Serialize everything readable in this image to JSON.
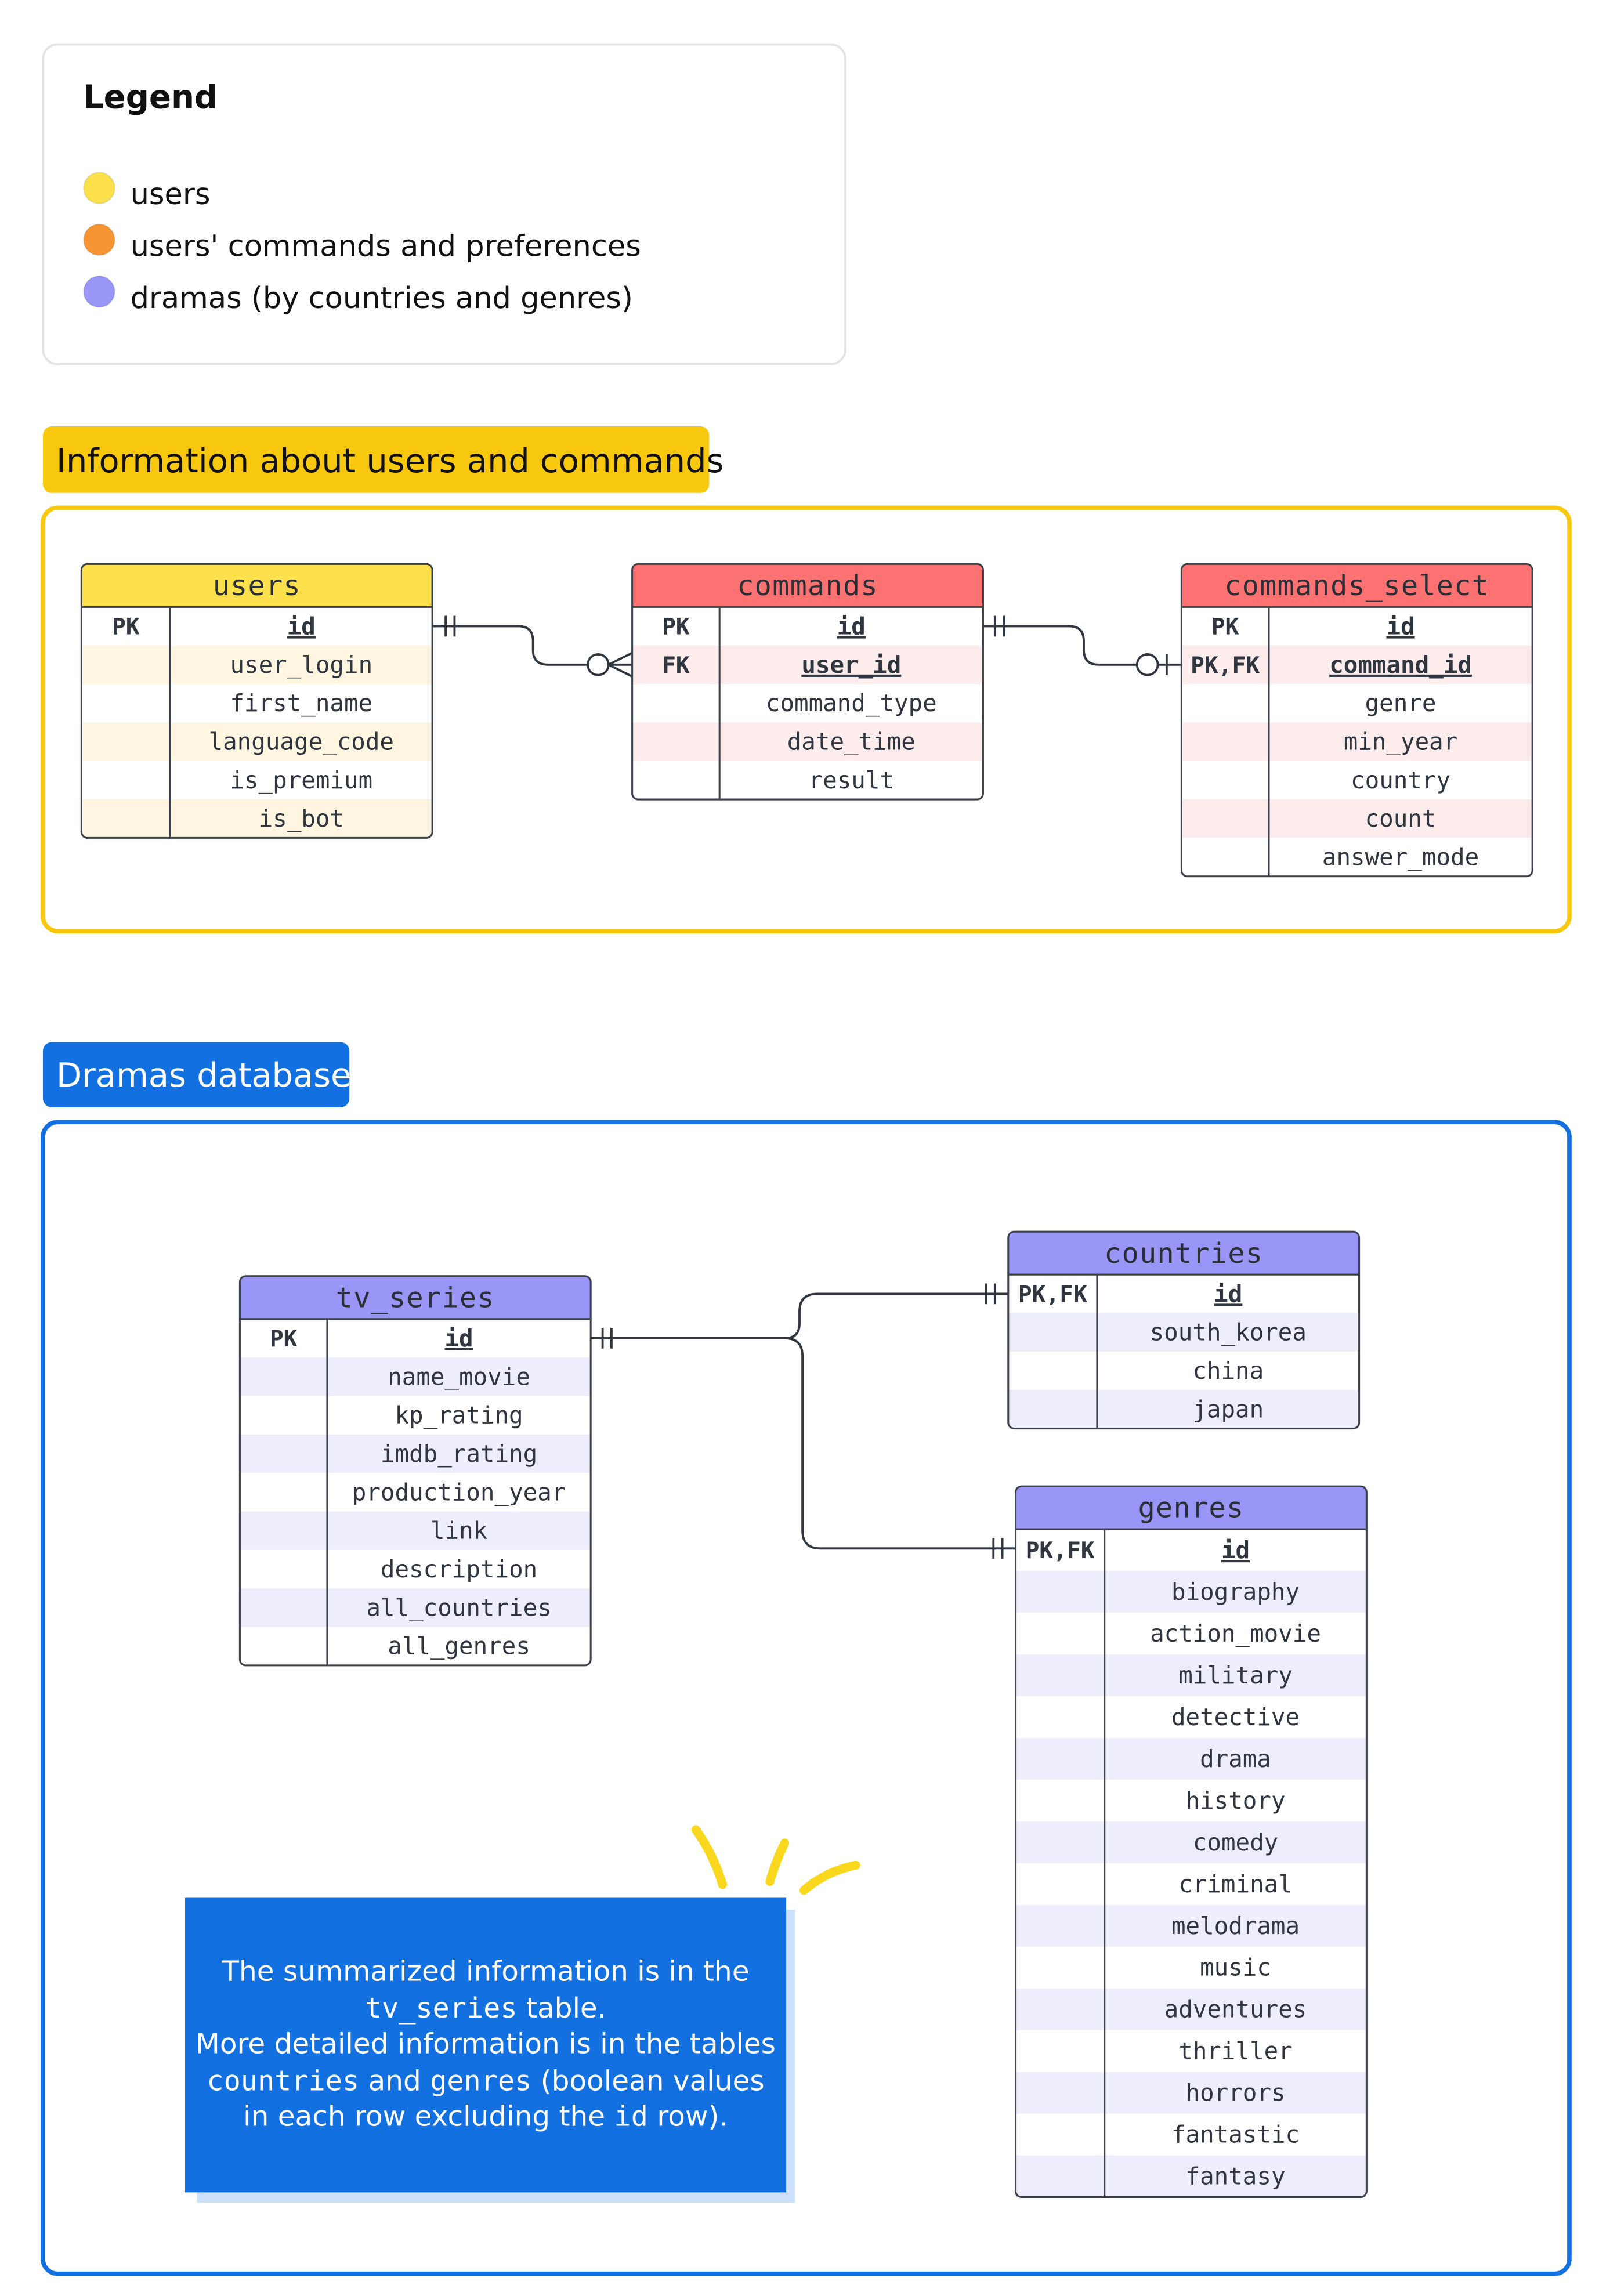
{
  "legend": {
    "title": "Legend",
    "items": [
      {
        "label": "users",
        "color": "#FCE14D"
      },
      {
        "label": "users' commands and preferences",
        "color": "#F79532"
      },
      {
        "label": "dramas (by countries and genres)",
        "color": "#9A96F8"
      }
    ]
  },
  "sections": {
    "users_commands": {
      "title": "Information about users and commands",
      "color": "#F8C80E"
    },
    "dramas": {
      "title": "Dramas database",
      "color": "#1370E0"
    }
  },
  "tables": {
    "users": {
      "name": "users",
      "rows": [
        {
          "key": "PK",
          "field": "id",
          "underline": true
        },
        {
          "key": "",
          "field": "user_login"
        },
        {
          "key": "",
          "field": "first_name"
        },
        {
          "key": "",
          "field": "language_code"
        },
        {
          "key": "",
          "field": "is_premium"
        },
        {
          "key": "",
          "field": "is_bot"
        }
      ]
    },
    "commands": {
      "name": "commands",
      "rows": [
        {
          "key": "PK",
          "field": "id",
          "underline": true
        },
        {
          "key": "FK",
          "field": "user_id",
          "underline": true
        },
        {
          "key": "",
          "field": "command_type"
        },
        {
          "key": "",
          "field": "date_time"
        },
        {
          "key": "",
          "field": "result"
        }
      ]
    },
    "commands_select": {
      "name": "commands_select",
      "rows": [
        {
          "key": "PK",
          "field": "id",
          "underline": true
        },
        {
          "key": "PK,FK",
          "field": "command_id",
          "underline": true
        },
        {
          "key": "",
          "field": "genre"
        },
        {
          "key": "",
          "field": "min_year"
        },
        {
          "key": "",
          "field": "country"
        },
        {
          "key": "",
          "field": "count"
        },
        {
          "key": "",
          "field": "answer_mode"
        }
      ]
    },
    "tv_series": {
      "name": "tv_series",
      "rows": [
        {
          "key": "PK",
          "field": "id",
          "underline": true
        },
        {
          "key": "",
          "field": "name_movie"
        },
        {
          "key": "",
          "field": "kp_rating"
        },
        {
          "key": "",
          "field": "imdb_rating"
        },
        {
          "key": "",
          "field": "production_year"
        },
        {
          "key": "",
          "field": "link"
        },
        {
          "key": "",
          "field": "description"
        },
        {
          "key": "",
          "field": "all_countries"
        },
        {
          "key": "",
          "field": "all_genres"
        }
      ]
    },
    "countries": {
      "name": "countries",
      "rows": [
        {
          "key": "PK,FK",
          "field": "id",
          "underline": true
        },
        {
          "key": "",
          "field": "south_korea"
        },
        {
          "key": "",
          "field": "china"
        },
        {
          "key": "",
          "field": "japan"
        }
      ]
    },
    "genres": {
      "name": "genres",
      "rows": [
        {
          "key": "PK,FK",
          "field": "id",
          "underline": true
        },
        {
          "key": "",
          "field": "biography"
        },
        {
          "key": "",
          "field": "action_movie"
        },
        {
          "key": "",
          "field": "military"
        },
        {
          "key": "",
          "field": "detective"
        },
        {
          "key": "",
          "field": "drama"
        },
        {
          "key": "",
          "field": "history"
        },
        {
          "key": "",
          "field": "comedy"
        },
        {
          "key": "",
          "field": "criminal"
        },
        {
          "key": "",
          "field": "melodrama"
        },
        {
          "key": "",
          "field": "music"
        },
        {
          "key": "",
          "field": "adventures"
        },
        {
          "key": "",
          "field": "thriller"
        },
        {
          "key": "",
          "field": "horrors"
        },
        {
          "key": "",
          "field": "fantastic"
        },
        {
          "key": "",
          "field": "fantasy"
        }
      ]
    }
  },
  "relations": [
    {
      "from": "users.id",
      "to": "commands.user_id",
      "from_end": "one-and-only-one",
      "to_end": "zero-or-many"
    },
    {
      "from": "commands.id",
      "to": "commands_select.command_id",
      "from_end": "one-and-only-one",
      "to_end": "zero-or-one"
    },
    {
      "from": "tv_series.id",
      "to": "countries.id",
      "from_end": "one-and-only-one",
      "to_end": "one-and-only-one"
    },
    {
      "from": "tv_series.id",
      "to": "genres.id",
      "from_end": "one-and-only-one",
      "to_end": "one-and-only-one"
    }
  ],
  "note": {
    "line1": "The summarized information is in the",
    "line2_code": "tv_series",
    "line2_text": " table.",
    "line3": "More detailed information is in the tables",
    "line4_code1": "countries",
    "line4_mid": " and ",
    "line4_code2": "genres",
    "line4_end": " (boolean values",
    "line5_start": "in each row excluding the ",
    "line5_code": "id",
    "line5_end": " row).",
    "color": "#1370E0"
  },
  "colors": {
    "users_header": "#FCE14D",
    "users_stripe": "#FEF6E0",
    "commands_header": "#FC7171",
    "commands_stripe": "#FDECEC",
    "dramas_header": "#9A96F8",
    "dramas_stripe": "#EEEDFB",
    "border": "#3A414A",
    "text": "#2F3640"
  }
}
